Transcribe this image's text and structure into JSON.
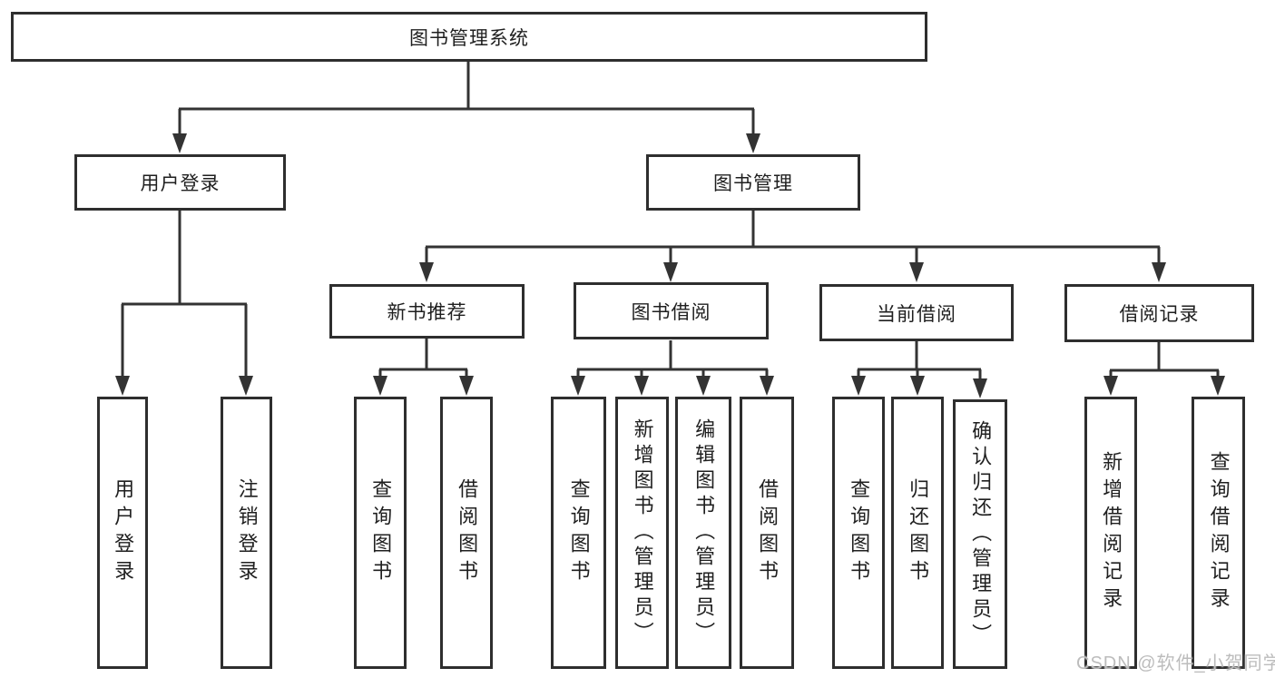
{
  "watermark": "CSDN @软件_小贺同学",
  "colors": {
    "line": "#333333",
    "border": "#2e2e2e",
    "text": "#1f1f1f",
    "watermark": "#bcbcbc",
    "background": "#ffffff"
  },
  "diagram": {
    "root": {
      "label": "图书管理系统"
    },
    "branches": [
      {
        "label": "用户登录",
        "children": [
          {
            "label": "用户登录"
          },
          {
            "label": "注销登录"
          }
        ]
      },
      {
        "label": "图书管理",
        "children": [
          {
            "label": "新书推荐",
            "children": [
              {
                "label": "查询图书"
              },
              {
                "label": "借阅图书"
              }
            ]
          },
          {
            "label": "图书借阅",
            "children": [
              {
                "label": "查询图书"
              },
              {
                "label": "新增图书（管理员）"
              },
              {
                "label": "编辑图书（管理员）"
              },
              {
                "label": "借阅图书"
              }
            ]
          },
          {
            "label": "当前借阅",
            "children": [
              {
                "label": "查询图书"
              },
              {
                "label": "归还图书"
              },
              {
                "label": "确认归还（管理员）"
              }
            ]
          },
          {
            "label": "借阅记录",
            "children": [
              {
                "label": "新增借阅记录"
              },
              {
                "label": "查询借阅记录"
              }
            ]
          }
        ]
      }
    ]
  }
}
